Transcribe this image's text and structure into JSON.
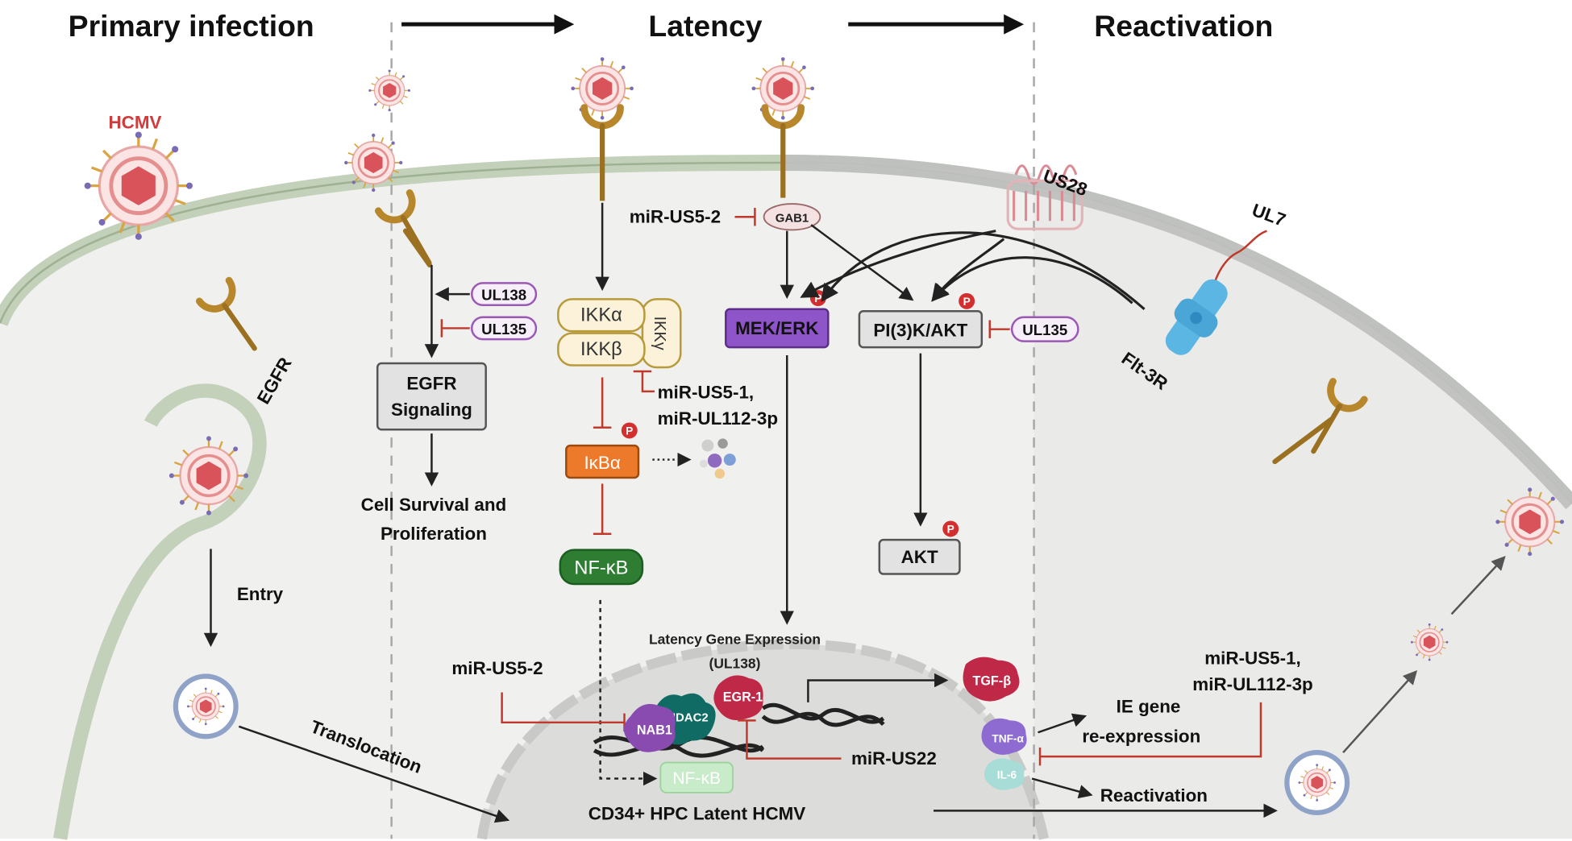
{
  "stages": {
    "primary": "Primary infection",
    "latency": "Latency",
    "reactivation": "Reactivation"
  },
  "virus_label": "HCMV",
  "receptors": {
    "egfr": "EGFR",
    "us28": "US28",
    "ul7": "UL7",
    "flt3r": "Flt-3R"
  },
  "egfr_pathway": {
    "ul138": "UL138",
    "ul135": "UL135",
    "signaling_line1": "EGFR",
    "signaling_line2": "Signaling",
    "outcome_line1": "Cell Survival and",
    "outcome_line2": "Proliferation"
  },
  "nfkb_pathway": {
    "ikka": "IKKα",
    "ikkb": "IKKβ",
    "ikkg": "IKKγ",
    "mir_line1": "miR-US5-1,",
    "mir_line2": "miR-UL112-3p",
    "ikba": "IκBα",
    "nfkb": "NF-κB",
    "phospho": "P"
  },
  "mek_pathway": {
    "mir": "miR-US5-2",
    "gab1": "GAB1",
    "mek_erk": "MEK/ERK"
  },
  "pi3k_pathway": {
    "pi3k_akt": "PI(3)K/AKT",
    "ul135": "UL135",
    "akt": "AKT"
  },
  "nucleus": {
    "latency_line1": "Latency Gene Expression",
    "latency_line2": "(UL138)",
    "mir_us5_2": "miR-US5-2",
    "nab1": "NAB1",
    "hdac2": "HDAC2",
    "egr1": "EGR-1",
    "mir_us22": "miR-US22",
    "nfkb": "NF-κB",
    "caption": "CD34+ HPC Latent HCMV"
  },
  "reactivation": {
    "tgfb": "TGF-β",
    "tnfa": "TNF-α",
    "il6": "IL-6",
    "ie_line1": "IE gene",
    "ie_line2": "re-expression",
    "mir_line1": "miR-US5-1,",
    "mir_line2": "miR-UL112-3p",
    "reactivation_label": "Reactivation"
  },
  "entry": {
    "entry_label": "Entry",
    "translocation_label": "Translocation"
  }
}
